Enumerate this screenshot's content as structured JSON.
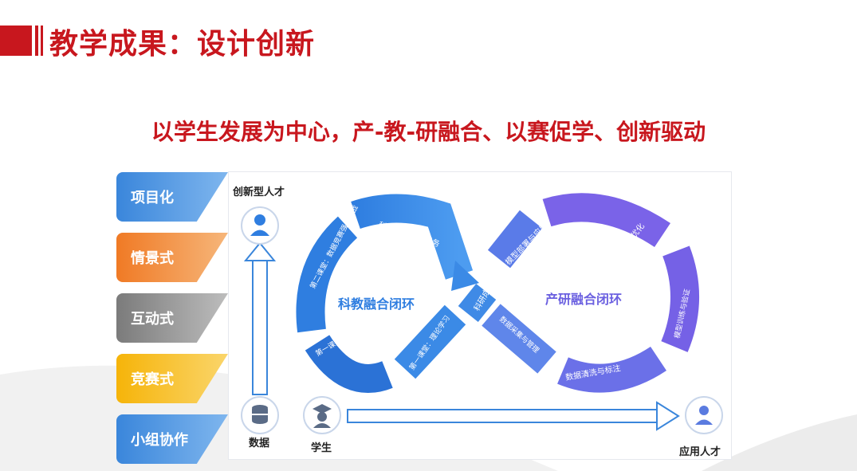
{
  "slide": {
    "title": "教学成果：设计创新",
    "subtitle": "以学生发展为中心，产-教-研融合、以赛促学、创新驱动"
  },
  "tabs": [
    {
      "label": "项目化",
      "color": "#3a86db"
    },
    {
      "label": "情景式",
      "color": "#f07a25"
    },
    {
      "label": "互动式",
      "color": "#8a8a8a"
    },
    {
      "label": "竞赛式",
      "color": "#f6b409"
    },
    {
      "label": "小组协作",
      "color": "#3a86db"
    }
  ],
  "diagram": {
    "top_left_label": "创新型人才",
    "bottom_labels": {
      "data": "数据",
      "student": "学生",
      "applied_talent": "应用人才"
    },
    "left_loop": {
      "title": "科教融合闭环",
      "segments": [
        "科研课题真实任务",
        "第二课堂：数据竞赛强化实战",
        "第一课堂：案例综合实训",
        "第一课堂：理论学习"
      ]
    },
    "right_loop": {
      "title": "产研融合闭环",
      "segments": [
        "模型部署与应用",
        "评估优化",
        "模型训练与验证",
        "数据清洗与标注",
        "数据采集与管理"
      ]
    },
    "center_label": "科研成果",
    "icons": [
      "user-icon",
      "database-icon",
      "student-icon",
      "applied-talent-icon"
    ],
    "colors": {
      "blue": "#2f7ee0",
      "purple": "#7a63e8",
      "arrow": "#3a86db"
    }
  }
}
